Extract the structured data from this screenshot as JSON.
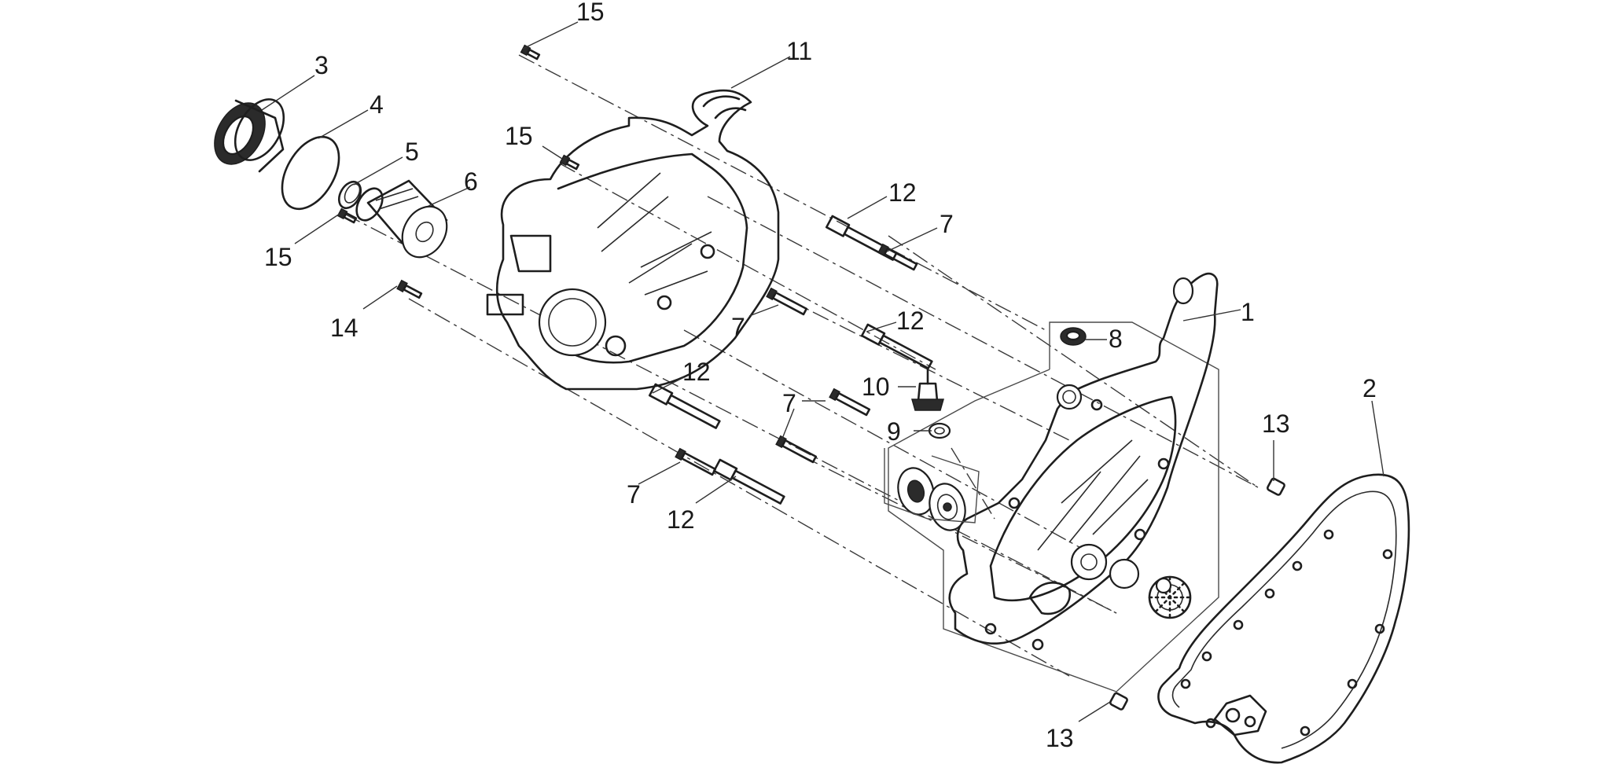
{
  "diagram": {
    "type": "exploded-parts-diagram",
    "callouts": [
      {
        "id": "c1",
        "text": "1"
      },
      {
        "id": "c2",
        "text": "2"
      },
      {
        "id": "c3",
        "text": "3"
      },
      {
        "id": "c4",
        "text": "4"
      },
      {
        "id": "c5",
        "text": "5"
      },
      {
        "id": "c6",
        "text": "6"
      },
      {
        "id": "c7a",
        "text": "7"
      },
      {
        "id": "c7b",
        "text": "7"
      },
      {
        "id": "c7c",
        "text": "7"
      },
      {
        "id": "c7d",
        "text": "7"
      },
      {
        "id": "c8",
        "text": "8"
      },
      {
        "id": "c9",
        "text": "9"
      },
      {
        "id": "c10",
        "text": "10"
      },
      {
        "id": "c11",
        "text": "11"
      },
      {
        "id": "c12a",
        "text": "12"
      },
      {
        "id": "c12b",
        "text": "12"
      },
      {
        "id": "c12c",
        "text": "12"
      },
      {
        "id": "c12d",
        "text": "12"
      },
      {
        "id": "c13a",
        "text": "13"
      },
      {
        "id": "c13b",
        "text": "13"
      },
      {
        "id": "c14",
        "text": "14"
      },
      {
        "id": "c15a",
        "text": "15"
      },
      {
        "id": "c15b",
        "text": "15"
      },
      {
        "id": "c15c",
        "text": "15"
      }
    ]
  }
}
